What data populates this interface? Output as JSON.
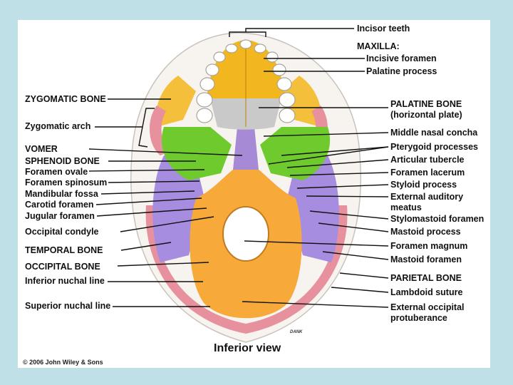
{
  "left_labels": [
    {
      "id": "zygomatic-bone",
      "text": "ZYGOMATIC BONE"
    },
    {
      "id": "zygomatic-arch",
      "text": "Zygomatic arch"
    },
    {
      "id": "vomer",
      "text": "VOMER"
    },
    {
      "id": "sphenoid-bone",
      "text": "SPHENOID BONE"
    },
    {
      "id": "foramen-ovale",
      "text": "Foramen ovale"
    },
    {
      "id": "foramen-spinosum",
      "text": "Foramen spinosum"
    },
    {
      "id": "mandibular-fossa",
      "text": "Mandibular fossa"
    },
    {
      "id": "carotid-foramen",
      "text": "Carotid foramen"
    },
    {
      "id": "jugular-foramen",
      "text": "Jugular foramen"
    },
    {
      "id": "occipital-condyle",
      "text": "Occipital condyle"
    },
    {
      "id": "temporal-bone",
      "text": "TEMPORAL BONE"
    },
    {
      "id": "occipital-bone",
      "text": "OCCIPITAL BONE"
    },
    {
      "id": "inferior-nuchal-line",
      "text": "Inferior nuchal line"
    },
    {
      "id": "superior-nuchal-line",
      "text": "Superior nuchal line"
    }
  ],
  "right_labels": [
    {
      "id": "incisor-teeth",
      "text": "Incisor teeth"
    },
    {
      "id": "maxilla",
      "text": "MAXILLA:"
    },
    {
      "id": "incisive-foramen",
      "text": "Incisive foramen"
    },
    {
      "id": "palatine-process",
      "text": "Palatine process"
    },
    {
      "id": "palatine-bone",
      "text": "PALATINE BONE (horizontal plate)"
    },
    {
      "id": "middle-nasal-concha",
      "text": "Middle nasal concha"
    },
    {
      "id": "pterygoid-processes",
      "text": "Pterygoid processes"
    },
    {
      "id": "articular-tubercle",
      "text": "Articular tubercle"
    },
    {
      "id": "foramen-lacerum",
      "text": "Foramen lacerum"
    },
    {
      "id": "styloid-process",
      "text": "Styloid process"
    },
    {
      "id": "external-auditory-meatus",
      "text": "External auditory meatus"
    },
    {
      "id": "stylomastoid-foramen",
      "text": "Stylomastoid foramen"
    },
    {
      "id": "mastoid-process",
      "text": "Mastoid process"
    },
    {
      "id": "foramen-magnum",
      "text": "Foramen magnum"
    },
    {
      "id": "mastoid-foramen",
      "text": "Mastoid foramen"
    },
    {
      "id": "parietal-bone",
      "text": "PARIETAL BONE"
    },
    {
      "id": "lambdoid-suture",
      "text": "Lambdoid suture"
    },
    {
      "id": "external-occipital-protuberance",
      "text": "External occipital protuberance"
    }
  ],
  "caption": "Inferior view",
  "copyright": "© 2006 John Wiley & Sons",
  "signature": "DANK",
  "colors": {
    "background": "#bfe0e6",
    "maxilla": "#f2b61e",
    "palatine": "#c9c9c9",
    "sphenoid": "#6fcb2d",
    "vomer": "#a78ad6",
    "temporal": "#a68de0",
    "occipital": "#f7a93a",
    "zygomatic": "#f4bf3a",
    "parietal": "#e8919e"
  }
}
